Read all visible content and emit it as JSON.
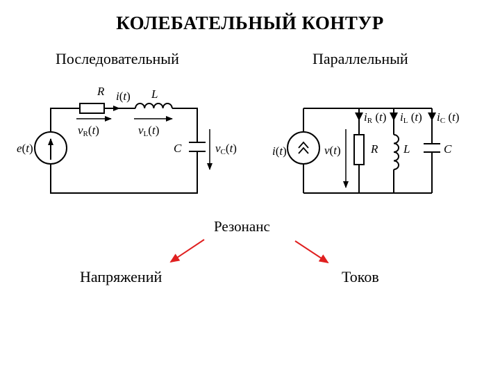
{
  "title": "КОЛЕБАТЕЛЬНЫЙ КОНТУР",
  "series": {
    "heading": "Последовательный",
    "R": "R",
    "L": "L",
    "C": "C",
    "i_var": "i",
    "t": "t",
    "vR_sub": "R",
    "vL_sub": "L",
    "vC_sub": "C",
    "v": "v",
    "e": "e"
  },
  "parallel": {
    "heading": "Параллельный",
    "R": "R",
    "L": "L",
    "C": "C",
    "i": "i",
    "v": "v",
    "t": "t",
    "iR_sub": "R",
    "iL_sub": "L",
    "iC_sub": "C"
  },
  "resonance": "Резонанс",
  "branches": {
    "voltage": "Напряжений",
    "current": "Токов"
  },
  "colors": {
    "lines": "#000000",
    "arrows": "#e02020"
  }
}
